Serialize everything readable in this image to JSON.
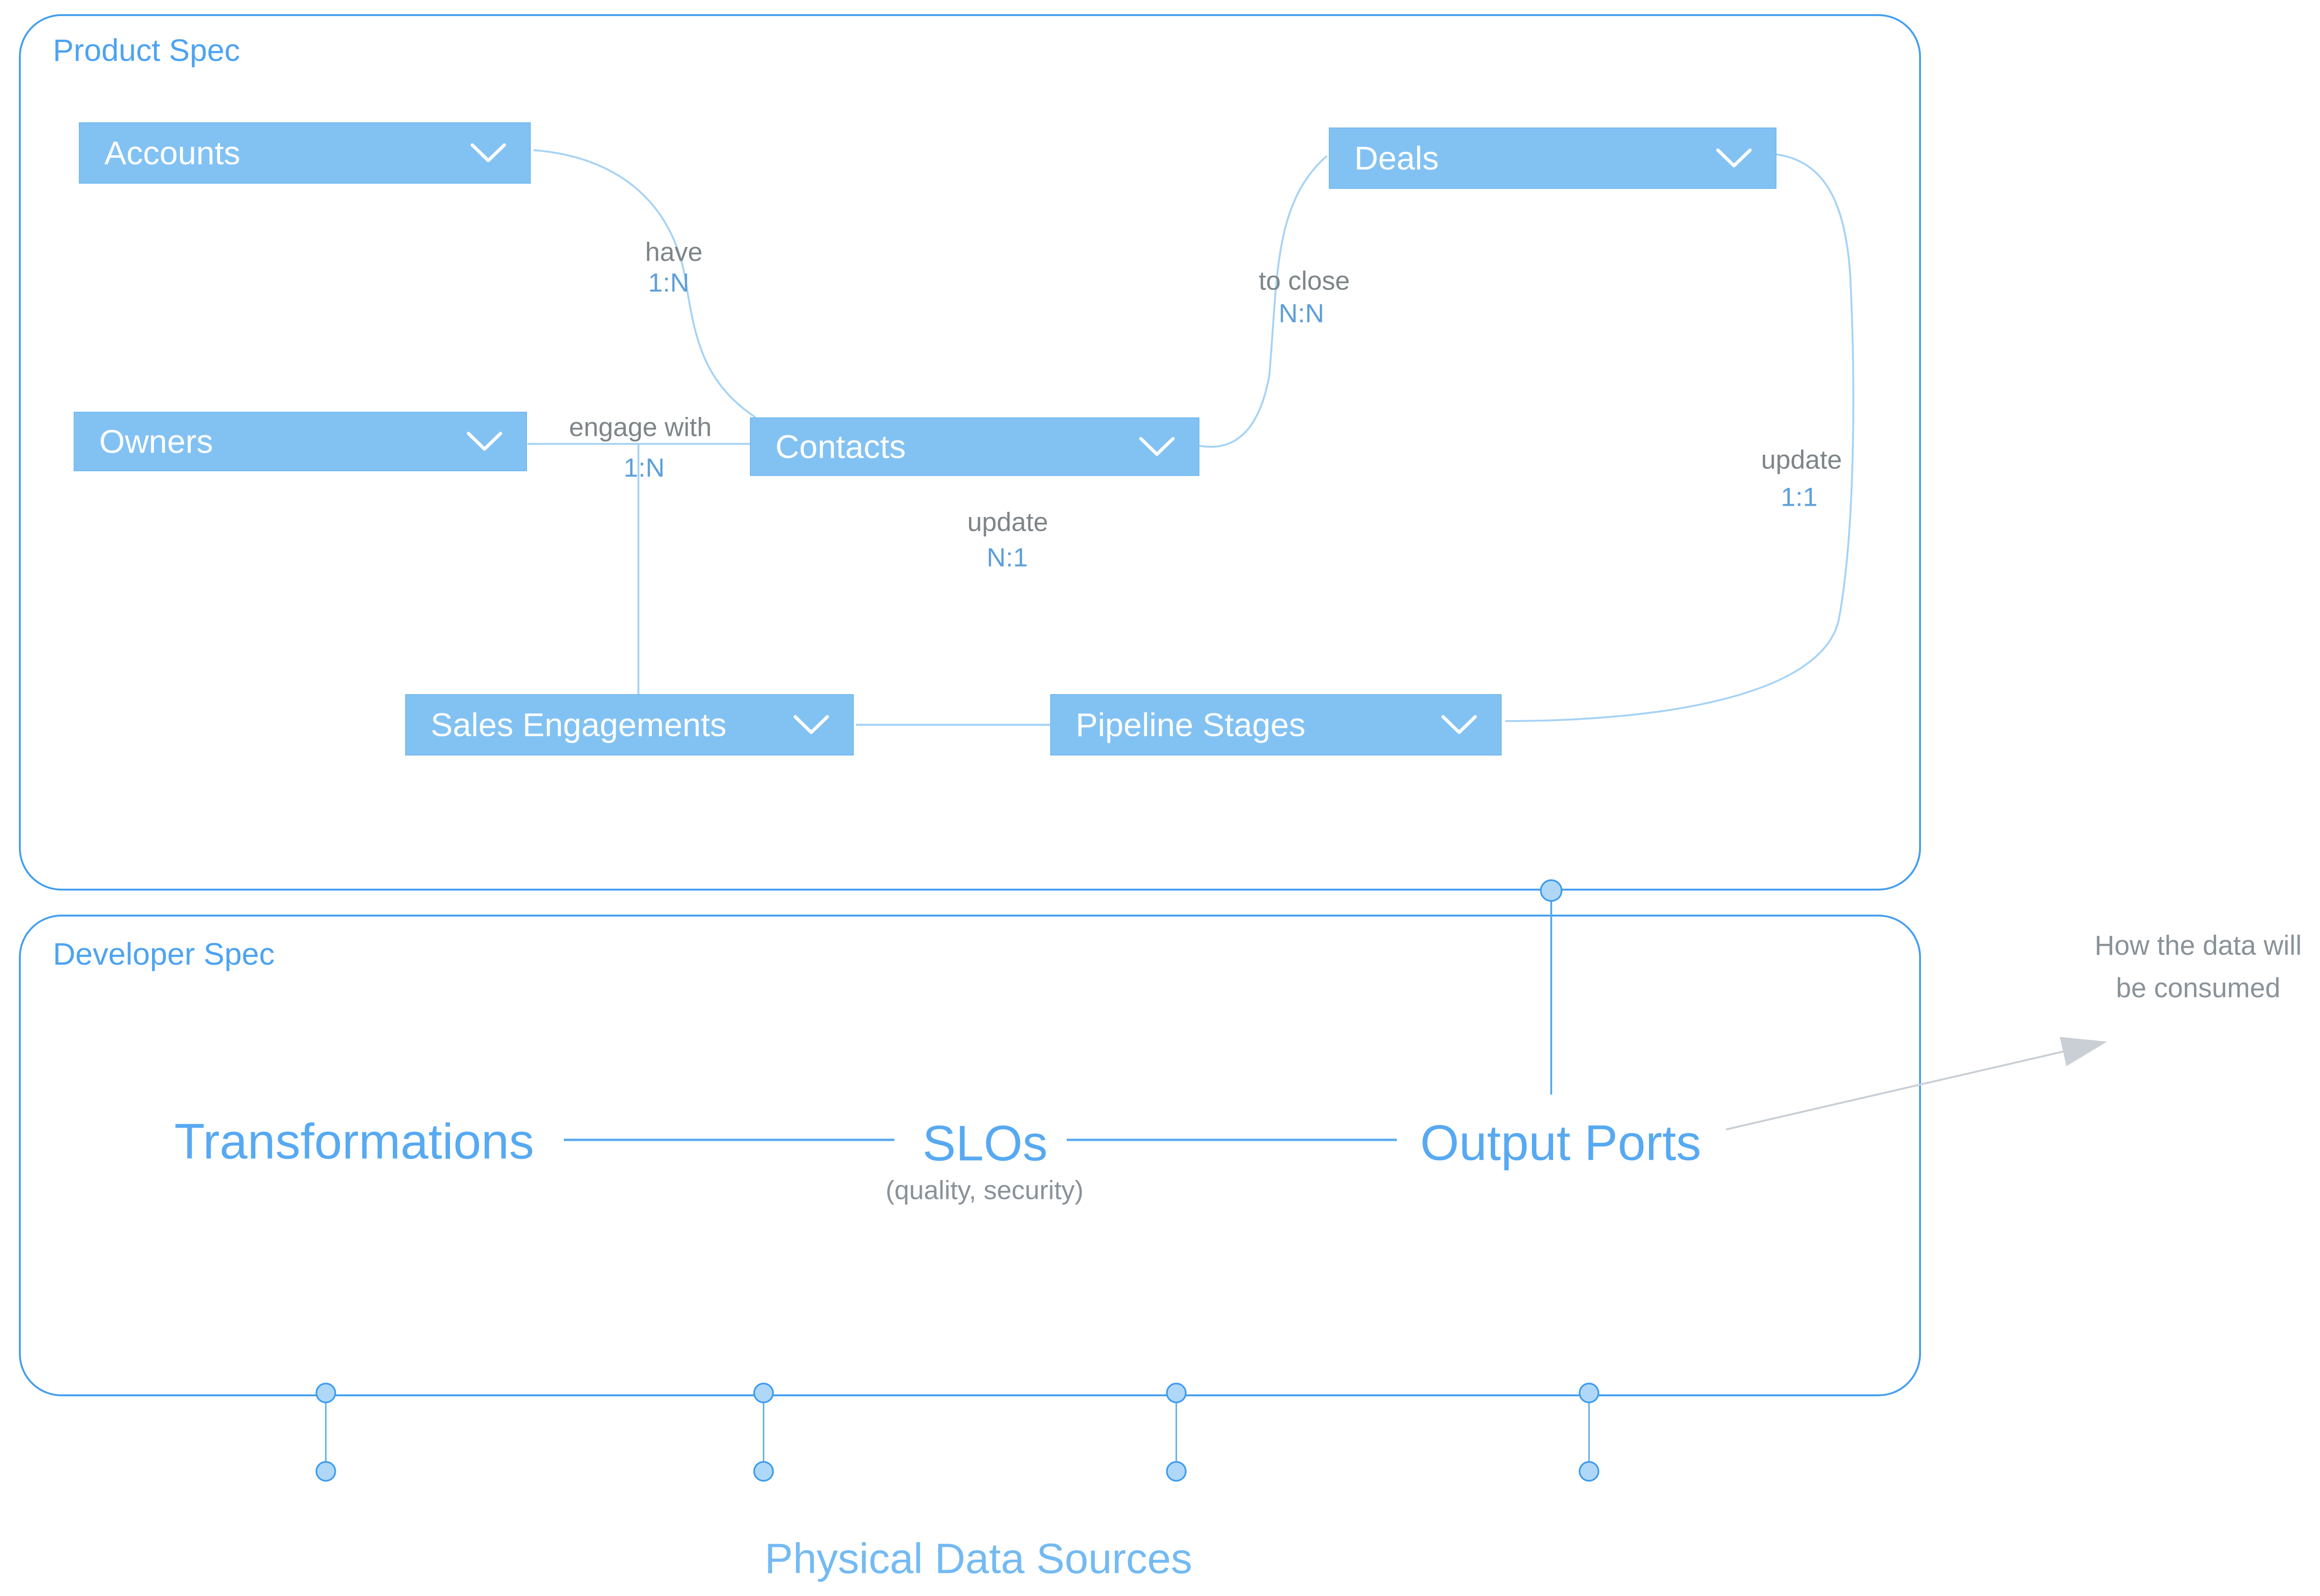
{
  "product_spec": {
    "label": "Product Spec",
    "entities": {
      "accounts": {
        "label": "Accounts"
      },
      "deals": {
        "label": "Deals"
      },
      "owners": {
        "label": "Owners"
      },
      "contacts": {
        "label": "Contacts"
      },
      "sales_engagements": {
        "label": "Sales Engagements"
      },
      "pipeline_stages": {
        "label": "Pipeline Stages"
      }
    },
    "relationships": {
      "accounts_have_contacts": {
        "label": "have",
        "cardinality": "1:N"
      },
      "owners_engage_contacts": {
        "label": "engage with",
        "cardinality": "1:N"
      },
      "sales_update_contacts": {
        "label": "update",
        "cardinality": "N:1"
      },
      "contacts_close_deals": {
        "label": "to close",
        "cardinality": "N:N"
      },
      "deals_update_pipeline": {
        "label": "update",
        "cardinality": "1:1"
      }
    }
  },
  "developer_spec": {
    "label": "Developer Spec",
    "transformations_label": "Transformations",
    "slos_label": "SLOs",
    "slos_note": "(quality, security)",
    "output_ports_label": "Output Ports"
  },
  "annotations": {
    "consumption_note_line1": "How the data will",
    "consumption_note_line2": "be consumed",
    "physical_sources_label": "Physical Data Sources"
  },
  "colors": {
    "entity_fill": "#82C2F3",
    "entity_text": "#FFFFFF",
    "panel_border": "#459FEF",
    "section_label": "#4EA3F1",
    "edge_light": "#A6D3F6",
    "edge_strong": "#58AAEF",
    "connector_dot_fill": "#AFD8F8",
    "connector_dot_stroke": "#3E9CEE",
    "big_text": "#57A9F2",
    "gray_text": "#7E8588",
    "cardinality_text": "#5C9FDB",
    "note_gray": "#8A9299",
    "arrow_gray": "#C9CFD5",
    "physical_sources_text": "#73BAF3"
  }
}
